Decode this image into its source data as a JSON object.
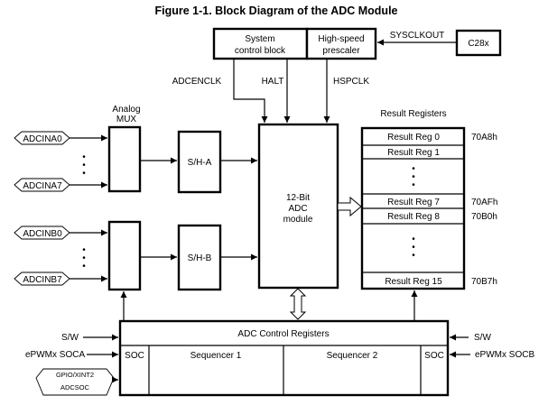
{
  "title": "Figure 1-1.  Block Diagram of the ADC Module",
  "top": {
    "system_control": [
      "System",
      "control block"
    ],
    "prescaler": [
      "High-speed",
      "prescaler"
    ],
    "cpu": "C28x",
    "sysclkout": "SYSCLKOUT",
    "adcenclk": "ADCENCLK",
    "halt": "HALT",
    "hspclk": "HSPCLK"
  },
  "inputs": {
    "a0": "ADCINA0",
    "a7": "ADCINA7",
    "b0": "ADCINB0",
    "b7": "ADCINB7",
    "dots": "•"
  },
  "mux": [
    "Analog",
    "MUX"
  ],
  "sh_a": "S/H-A",
  "sh_b": "S/H-B",
  "adc": [
    "12-Bit",
    "ADC",
    "module"
  ],
  "result": {
    "title": "Result Registers",
    "regs": [
      "Result Reg 0",
      "Result Reg 1",
      "Result Reg 7",
      "Result Reg 8",
      "Result Reg 15"
    ],
    "addr": [
      "70A8h",
      "70AFh",
      "70B0h",
      "70B7h"
    ]
  },
  "control": {
    "title": "ADC Control Registers",
    "soc_left": "SOC",
    "seq1": "Sequencer 1",
    "seq2": "Sequencer 2",
    "soc_right": "SOC",
    "sw_left": "S/W",
    "socA": "ePWMx SOCA",
    "gpio": [
      "GPIO/XINT2",
      "ADCSOC"
    ],
    "sw_right": "S/W",
    "socB": "ePWMx SOCB"
  }
}
